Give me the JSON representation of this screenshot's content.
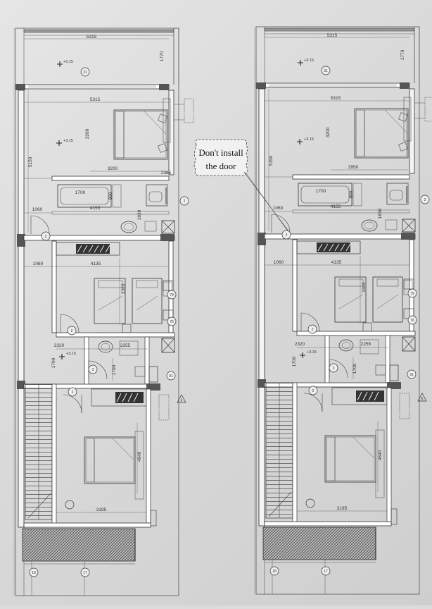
{
  "callout": {
    "line1": "Don't install",
    "line2": "the door"
  },
  "plans": [
    {
      "dims": {
        "balcony_width": "5315",
        "balcony_depth": "1770",
        "bedroom_width": "5315",
        "bedroom_depth": "3200",
        "bed_zone": "3200",
        "bath_left": "1060",
        "bathtub": "1700",
        "tub_gap": "800",
        "bath_width": "4155",
        "bath_depth": "1830",
        "bath_small": "2365",
        "room_depth": "5150",
        "dorm_left": "1060",
        "dorm_width": "4135",
        "dorm_depth": "3363",
        "hall_width": "2320",
        "wc_width": "2255",
        "hall_depth": "1700",
        "wc_depth": "1700",
        "lower_depth": "4640",
        "lower_width": "3195"
      },
      "levels": [
        "+3.15",
        "+3.15",
        "+3.15"
      ],
      "tags": [
        "31",
        "2",
        "2",
        "2",
        "3",
        "2",
        "79",
        "76",
        "91",
        "18",
        "17"
      ],
      "section_mark": "6"
    },
    {
      "dims": {
        "balcony_width": "5315",
        "balcony_depth": "1770",
        "bedroom_width": "5315",
        "bedroom_depth": "3200",
        "bed_zone": "2950",
        "bath_left": "1060",
        "bathtub": "1700",
        "tub_gap": "800",
        "bath_width": "4155",
        "bath_depth": "1830",
        "bath_small": "",
        "room_depth": "5150",
        "dorm_left": "1060",
        "dorm_width": "4135",
        "dorm_depth": "3363",
        "hall_width": "2320",
        "wc_width": "2255",
        "hall_depth": "1700",
        "wc_depth": "1700",
        "lower_depth": "4640",
        "lower_width": "3195"
      },
      "levels": [
        "+3.15",
        "+3.15",
        "+3.15"
      ],
      "tags": [
        "31",
        "2",
        "2",
        "2",
        "3",
        "2",
        "79",
        "76",
        "91",
        "18",
        "17"
      ],
      "section_mark": "6"
    }
  ]
}
